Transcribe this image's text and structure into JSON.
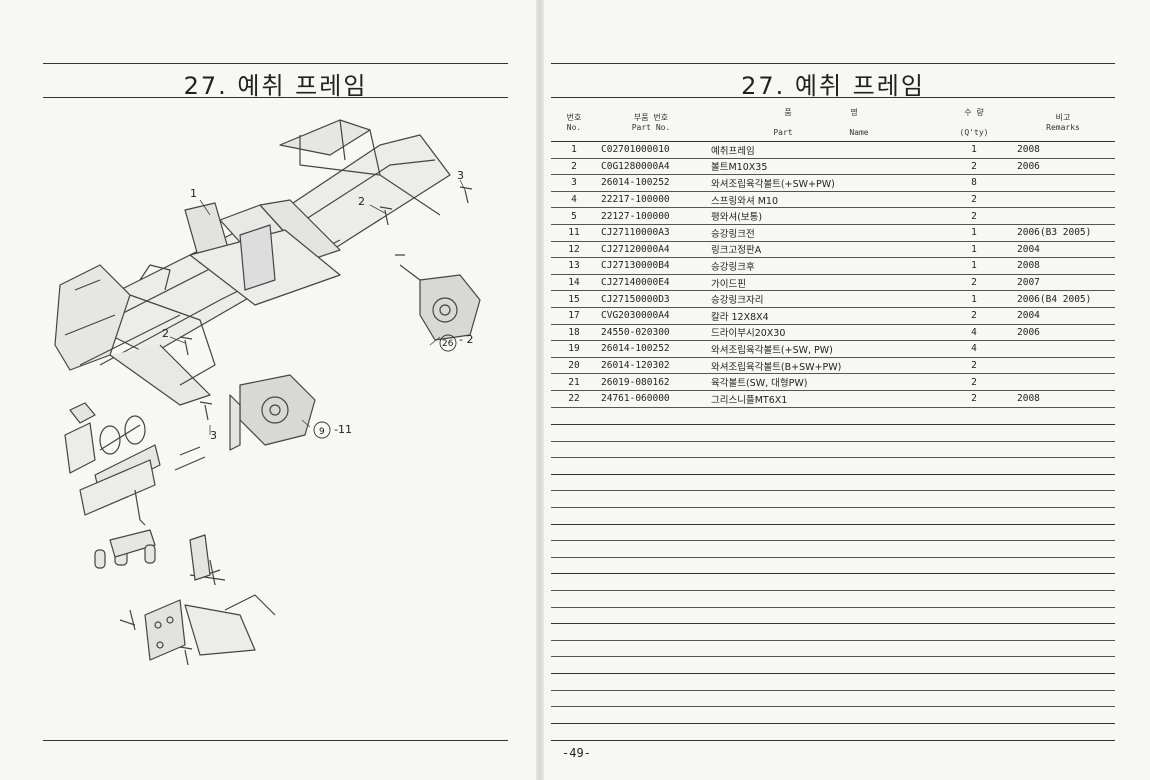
{
  "left_page": {
    "title": "27. 예취 프레임",
    "callouts": {
      "c1": "1",
      "c2a": "2",
      "c3a": "3",
      "c2b": "2",
      "c3b": "3",
      "ref26": "26",
      "ref26_suffix": "- 2",
      "ref9": "9",
      "ref9_suffix": "-11"
    }
  },
  "right_page": {
    "title": "27. 예취 프레임",
    "headers": {
      "no_ko": "번호",
      "no_en": "No.",
      "part_no_ko": "부품 번호",
      "part_no_en": "Part No.",
      "name_ko_1": "품",
      "name_ko_2": "명",
      "name_en_1": "Part",
      "name_en_2": "Name",
      "qty_ko": "수 량",
      "qty_en": "(Q'ty)",
      "remarks_ko": "비고",
      "remarks_en": "Remarks"
    },
    "rows": [
      {
        "no": "1",
        "part_no": "C02701000010",
        "name": "예취프레임",
        "qty": "1",
        "remarks": "2008"
      },
      {
        "no": "2",
        "part_no": "C0G1280000A4",
        "name": "볼트M10X35",
        "qty": "2",
        "remarks": "2006"
      },
      {
        "no": "3",
        "part_no": "26014-100252",
        "name": "와셔조립육각볼트(+SW+PW)",
        "qty": "8",
        "remarks": ""
      },
      {
        "no": "4",
        "part_no": "22217-100000",
        "name": "스프링와셔 M10",
        "qty": "2",
        "remarks": ""
      },
      {
        "no": "5",
        "part_no": "22127-100000",
        "name": "평와셔(보통)",
        "qty": "2",
        "remarks": ""
      },
      {
        "no": "11",
        "part_no": "CJ27110000A3",
        "name": "승강링크전",
        "qty": "1",
        "remarks": "2006(B3 2005)"
      },
      {
        "no": "12",
        "part_no": "CJ27120000A4",
        "name": "링크고정판A",
        "qty": "1",
        "remarks": "2004"
      },
      {
        "no": "13",
        "part_no": "CJ27130000B4",
        "name": "승강링크후",
        "qty": "1",
        "remarks": "2008"
      },
      {
        "no": "14",
        "part_no": "CJ27140000E4",
        "name": "가이드핀",
        "qty": "2",
        "remarks": "2007"
      },
      {
        "no": "15",
        "part_no": "CJ27150000D3",
        "name": "승강링크자리",
        "qty": "1",
        "remarks": "2006(B4 2005)"
      },
      {
        "no": "17",
        "part_no": "CVG2030000A4",
        "name": "칼라 12X8X4",
        "qty": "2",
        "remarks": "2004"
      },
      {
        "no": "18",
        "part_no": "24550-020300",
        "name": "드라이부시20X30",
        "qty": "4",
        "remarks": "2006"
      },
      {
        "no": "19",
        "part_no": "26014-100252",
        "name": "와셔조립육각볼트(+SW, PW)",
        "qty": "4",
        "remarks": ""
      },
      {
        "no": "20",
        "part_no": "26014-120302",
        "name": "와셔조립육각볼트(B+SW+PW)",
        "qty": "2",
        "remarks": ""
      },
      {
        "no": "21",
        "part_no": "26019-080162",
        "name": "육각볼트(SW, 대형PW)",
        "qty": "2",
        "remarks": ""
      },
      {
        "no": "22",
        "part_no": "24761-060000",
        "name": "그리스니플MT6X1",
        "qty": "2",
        "remarks": "2008"
      }
    ],
    "page_number": "-49-"
  }
}
